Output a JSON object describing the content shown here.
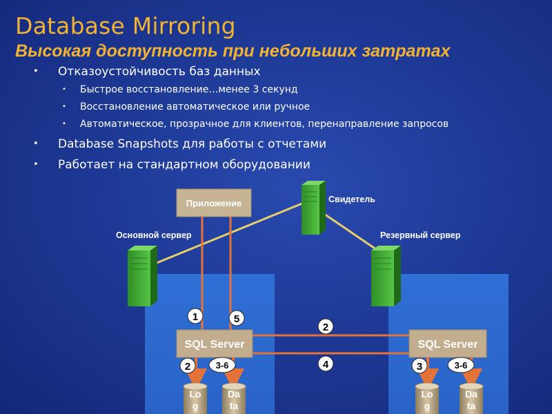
{
  "title": "Database Mirroring",
  "subtitle": "Высокая доступность при небольших затратах",
  "bullets": [
    {
      "text": "Отказоустойчивость баз данных"
    },
    {
      "text": "Быстрое восстановление…менее 3 секунд"
    },
    {
      "text": "Восстановление автоматическое или ручное"
    },
    {
      "text": "Автоматическое, прозрачное для клиентов, перенаправление запросов"
    },
    {
      "text": "Database Snapshots для работы с отчетами"
    },
    {
      "text": "Работает на стандартном оборудовании"
    }
  ],
  "diagram": {
    "app_label": "Приложение",
    "witness_label": "Свидетель",
    "primary_label": "Основной сервер",
    "mirror_label": "Резервный сервер",
    "sql_primary": "SQL Server",
    "sql_mirror": "SQL Server",
    "steps": {
      "s1": "1",
      "s5": "5",
      "s2a": "2",
      "s36a": "3-6",
      "s2b": "2",
      "s4": "4",
      "s3": "3",
      "s36b": "3-6"
    },
    "db": {
      "log_a1": "Lo",
      "log_a2": "g",
      "data_a1": "Da",
      "data_a2": "ta",
      "log_b1": "Lo",
      "log_b2": "g",
      "data_b1": "Da",
      "data_b2": "ta"
    },
    "colors": {
      "title": "#f2b233",
      "panel": "#2f6fd6",
      "server_green": "#38a82c",
      "app_box": "#c6b494",
      "sql_box": "#c2ad8f",
      "arrow": "#e4733a",
      "badge": "#ffffff"
    }
  }
}
